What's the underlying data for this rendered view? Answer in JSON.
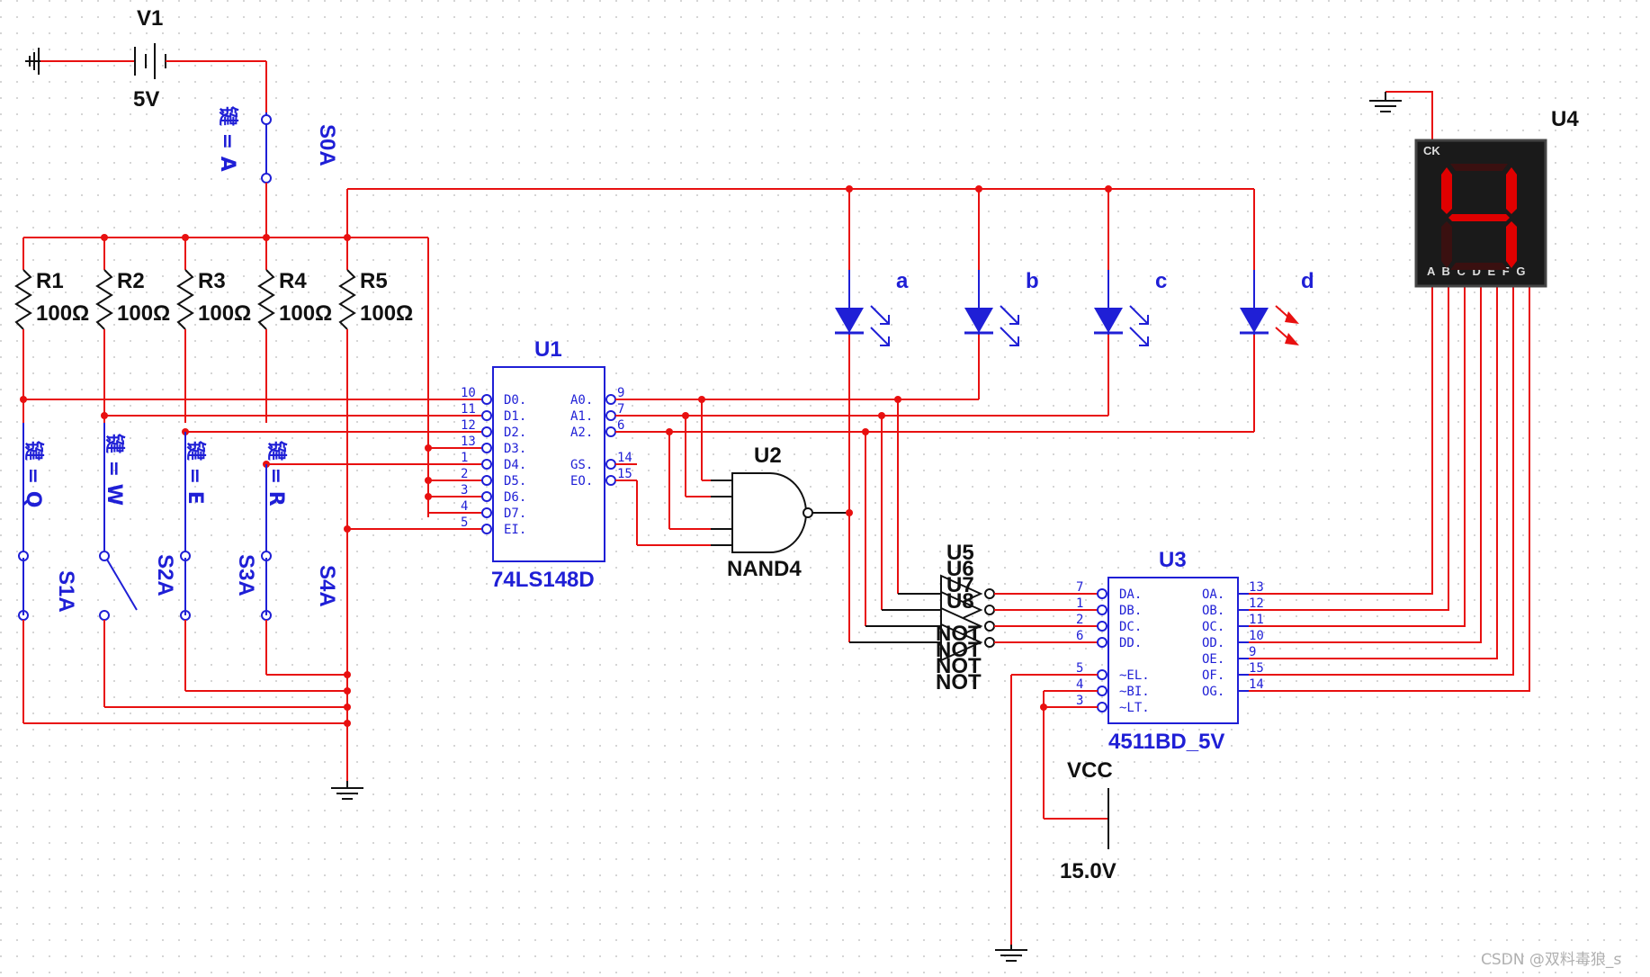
{
  "colors": {
    "wire": "#e81010",
    "component": "#1f1fd6",
    "text": "#111111",
    "grid": "#c8c8c8",
    "display_bg": "#1a1a1a",
    "segment_on": "#e00000",
    "segment_off": "#3a1010"
  },
  "battery": {
    "ref": "V1",
    "value": "5V"
  },
  "main_switch": {
    "ref": "S0A",
    "key": "键 = A"
  },
  "resistors": [
    {
      "ref": "R1",
      "value": "100Ω"
    },
    {
      "ref": "R2",
      "value": "100Ω"
    },
    {
      "ref": "R3",
      "value": "100Ω"
    },
    {
      "ref": "R4",
      "value": "100Ω"
    },
    {
      "ref": "R5",
      "value": "100Ω"
    }
  ],
  "switches": [
    {
      "ref": "S1A",
      "key": "键 = Q"
    },
    {
      "ref": "S2A",
      "key": "键 = W"
    },
    {
      "ref": "S3A",
      "key": "键 = E"
    },
    {
      "ref": "S4A",
      "key": "键 = R"
    }
  ],
  "u1": {
    "ref": "U1",
    "part": "74LS148D",
    "left_pins": [
      {
        "num": "10",
        "name": "D0"
      },
      {
        "num": "11",
        "name": "D1"
      },
      {
        "num": "12",
        "name": "D2"
      },
      {
        "num": "13",
        "name": "D3"
      },
      {
        "num": "1",
        "name": "D4"
      },
      {
        "num": "2",
        "name": "D5"
      },
      {
        "num": "3",
        "name": "D6"
      },
      {
        "num": "4",
        "name": "D7"
      },
      {
        "num": "5",
        "name": "EI"
      }
    ],
    "right_pins": [
      {
        "num": "9",
        "name": "A0"
      },
      {
        "num": "7",
        "name": "A1"
      },
      {
        "num": "6",
        "name": "A2"
      },
      {
        "num": "14",
        "name": "GS"
      },
      {
        "num": "15",
        "name": "EO"
      }
    ]
  },
  "u2": {
    "ref": "U2",
    "part": "NAND4"
  },
  "inverters": {
    "refs": [
      "U5",
      "U6",
      "U7",
      "U8"
    ],
    "label": "NOT"
  },
  "leds": [
    {
      "label": "a",
      "lit": false
    },
    {
      "label": "b",
      "lit": false
    },
    {
      "label": "c",
      "lit": false
    },
    {
      "label": "d",
      "lit": true
    }
  ],
  "u3": {
    "ref": "U3",
    "part": "4511BD_5V",
    "left_pins": [
      {
        "num": "7",
        "name": "DA"
      },
      {
        "num": "1",
        "name": "DB"
      },
      {
        "num": "2",
        "name": "DC"
      },
      {
        "num": "6",
        "name": "DD"
      },
      {
        "num": "5",
        "name": "~EL"
      },
      {
        "num": "4",
        "name": "~BI"
      },
      {
        "num": "3",
        "name": "~LT"
      }
    ],
    "right_pins": [
      {
        "num": "13",
        "name": "OA"
      },
      {
        "num": "12",
        "name": "OB"
      },
      {
        "num": "11",
        "name": "OC"
      },
      {
        "num": "10",
        "name": "OD"
      },
      {
        "num": "9",
        "name": "OE"
      },
      {
        "num": "15",
        "name": "OF"
      },
      {
        "num": "14",
        "name": "OG"
      }
    ]
  },
  "u4": {
    "ref": "U4",
    "ck": "CK",
    "pins": "A B C D E F G",
    "digit": "4",
    "segments_on": [
      "b",
      "c",
      "f",
      "g"
    ]
  },
  "vcc": {
    "label": "VCC",
    "value": "15.0V"
  },
  "watermark": "CSDN @双料毒狼_s"
}
